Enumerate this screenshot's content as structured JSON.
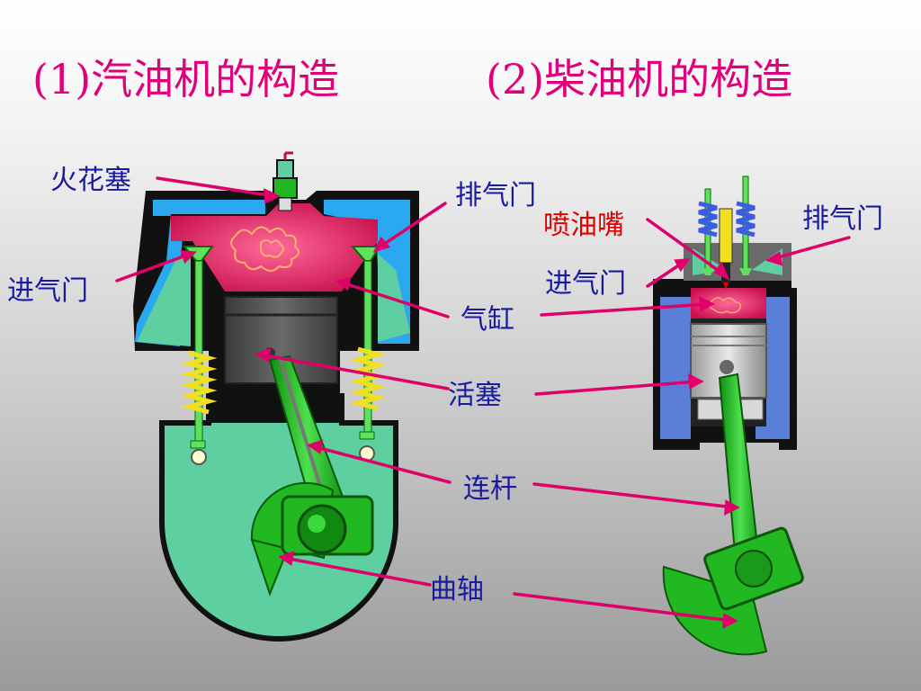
{
  "titles": {
    "gasoline": "(1)汽油机的构造",
    "diesel": "(2)柴油机的构造"
  },
  "labels": {
    "spark_plug": "火花塞",
    "exhaust_valve_left": "排气门",
    "intake_valve_left": "进气门",
    "cylinder": "气缸",
    "piston": "活塞",
    "connecting_rod": "连杆",
    "crankshaft": "曲轴",
    "fuel_injector": "喷油嘴",
    "exhaust_valve_right": "排气门",
    "intake_valve_right": "进气门"
  },
  "colors": {
    "title": "#e0007a",
    "label": "#1a1aa0",
    "injector_label": "#e00000",
    "leader_line": "#e0006a",
    "water_jacket": "#2aa8f0",
    "combustion_chamber": "#d8145c",
    "crankcase": "#5ecfa0",
    "connecting_rod": "#22b822"
  }
}
